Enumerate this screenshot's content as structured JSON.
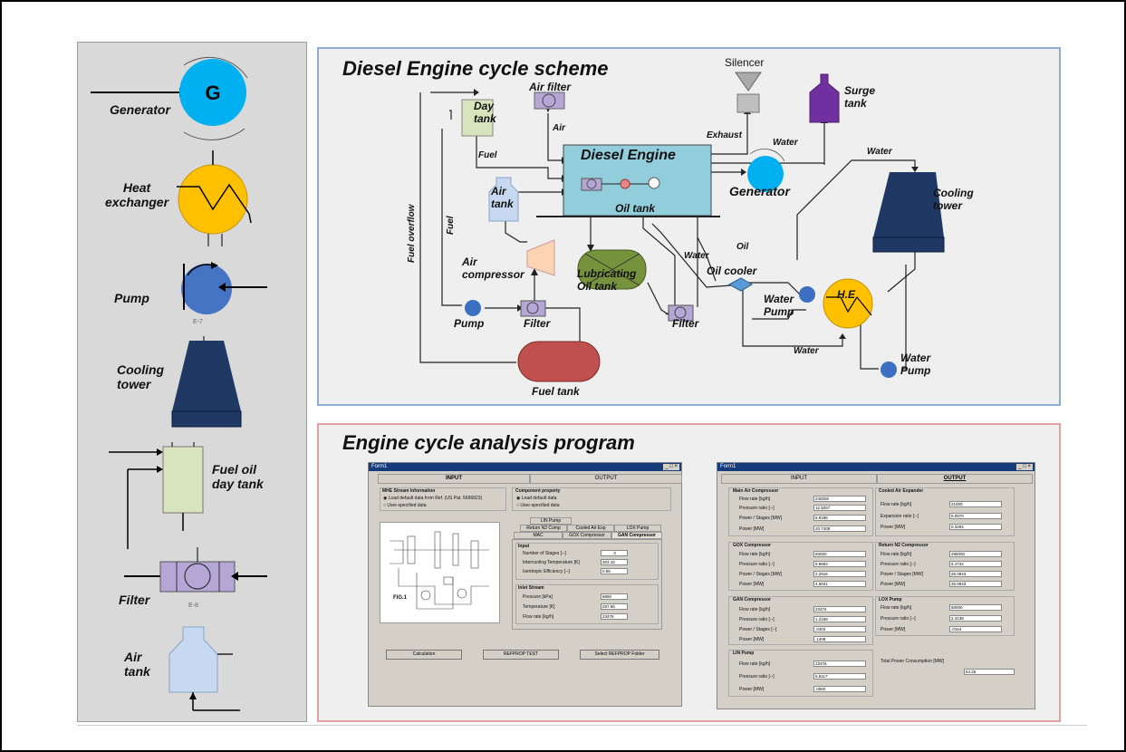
{
  "legend": {
    "generator": "Generator",
    "generator_symbol": "G",
    "heat_exchanger": "Heat\nexchanger",
    "pump": "Pump",
    "pump_tag": "E-7",
    "cooling_tower": "Cooling\ntower",
    "fuel_oil_day_tank": "Fuel oil\nday tank",
    "filter": "Filter",
    "filter_tag": "E-8",
    "air_tank": "Air\ntank"
  },
  "scheme": {
    "title": "Diesel Engine cycle scheme",
    "silencer": "Silencer",
    "air_filter": "Air filter",
    "surge_tank": "Surge\ntank",
    "day_tank": "Day\ntank",
    "air": "Air",
    "exhaust": "Exhaust",
    "water_1": "Water",
    "water_2": "Water",
    "fuel": "Fuel",
    "diesel_engine": "Diesel Engine",
    "generator": "Generator",
    "cooling_tower": "Cooling\ntower",
    "air_tank": "Air\ntank",
    "oil_tank": "Oil tank",
    "fuel_overflow": "Fuel overflow",
    "fuel_vertical": "Fuel",
    "air_compressor": "Air\ncompressor",
    "lubricating_oil_tank": "Lubricating\nOil tank",
    "water_3": "Water",
    "oil": "Oil",
    "oil_cooler": "Oil cooler",
    "water_pump_1": "Water\nPump",
    "he": "H.E",
    "pump": "Pump",
    "filter_1": "Filter",
    "filter_2": "Filter",
    "water_4": "Water",
    "water_pump_2": "Water\nPump",
    "fuel_tank": "Fuel tank"
  },
  "program": {
    "title": "Engine cycle analysis program",
    "left_window": {
      "title": "Form1",
      "tabs": [
        "INPUT",
        "OUTPUT"
      ],
      "mhe_group": "MHE Stream Information",
      "mhe_opt1": "Load default data from Ref. (US Pat. 5666823)",
      "mhe_opt2": "User-specified data",
      "comp_group": "Component property",
      "comp_opt1": "Load default data",
      "comp_opt2": "User-specified data",
      "sub_tabs_row1": [
        "LIN Pump"
      ],
      "sub_tabs_row2": [
        "Return N2 Comp",
        "Cooled Air Exp",
        "LOX Pump"
      ],
      "sub_tabs_row3": [
        "MAC",
        "GOX Compressor",
        "GAN Compressor"
      ],
      "input_group": "Input",
      "num_stages": "Number of Stages [--]",
      "num_stages_val": "3",
      "intercool_temp": "Intercooling Temperature [K]",
      "intercool_temp_val": "303.15",
      "isen_eff": "Isentropic Efficiency [--]",
      "isen_eff_val": "0.85",
      "inlet_group": "Inlet Stream",
      "pressure": "Pressure [kPa]",
      "pressure_val": "6850",
      "temperature": "Temperature [K]",
      "temperature_val": "297.85",
      "flow_rate": "Flow rate [kg/h]",
      "flow_rate_val": "23476",
      "diagram_caption": "FIG.1",
      "btn_calc": "Calculation",
      "btn_refprop": "REFPROP TEST",
      "btn_folder": "Select REFPROP Folder"
    },
    "right_window": {
      "title": "Form1",
      "tabs": [
        "INPUT",
        "OUTPUT"
      ],
      "mac": {
        "title": "Main Air Compressor",
        "rows": [
          {
            "label": "Flow rate [kg/h]",
            "value": "240000"
          },
          {
            "label": "Pressure ratio [--]",
            "value": "12.9257"
          },
          {
            "label": "Power / Stages [MW]",
            "value": "6.9186"
          },
          {
            "label": "Power [MW]",
            "value": "20.7408"
          }
        ]
      },
      "cae": {
        "title": "Cooled Air Expander",
        "rows": [
          {
            "label": "Flow rate [kg/h]",
            "value": "21000"
          },
          {
            "label": "Expansion ratio [--]",
            "value": "6.0870"
          },
          {
            "label": "Power [MW]",
            "value": "0.3294"
          }
        ]
      },
      "gox": {
        "title": "GOX Compressor",
        "rows": [
          {
            "label": "Flow rate [kg/h]",
            "value": "60000"
          },
          {
            "label": "Pressure ratio [--]",
            "value": "6.8693"
          },
          {
            "label": "Power / Stages [MW]",
            "value": "2.2916"
          },
          {
            "label": "Power [MW]",
            "value": "4.5831"
          }
        ]
      },
      "rn2": {
        "title": "Return N2 Compressor",
        "rows": [
          {
            "label": "Flow rate [kg/h]",
            "value": "285000"
          },
          {
            "label": "Pressure ratio [--]",
            "value": "6.4734"
          },
          {
            "label": "Power / Stages [MW]",
            "value": "26.0943"
          },
          {
            "label": "Power [MW]",
            "value": "26.0943"
          }
        ]
      },
      "gan": {
        "title": "GAN Compressor",
        "rows": [
          {
            "label": "Flow rate [kg/h]",
            "value": "23476"
          },
          {
            "label": "Pressure ratio [--]",
            "value": "1.2168"
          },
          {
            "label": "Power / Stages [--]",
            "value": ".0403"
          },
          {
            "label": "Power [MW]",
            "value": ".1408"
          }
        ]
      },
      "lox": {
        "title": "LOX Pump",
        "rows": [
          {
            "label": "Flow rate [kg/h]",
            "value": "60000"
          },
          {
            "label": "Pressure ratio [--]",
            "value": "2.4138"
          },
          {
            "label": "Power [MW]",
            "value": ".0164"
          }
        ]
      },
      "lin": {
        "title": "LIN Pump",
        "rows": [
          {
            "label": "Flow rate [kg/h]",
            "value": "23476"
          },
          {
            "label": "Pressure ratio [--]",
            "value": "6.5117"
          },
          {
            "label": "Power [MW]",
            "value": ".0060"
          }
        ]
      },
      "total_label": "Total Power Consumption [MW]",
      "total_value": "54.25"
    }
  }
}
